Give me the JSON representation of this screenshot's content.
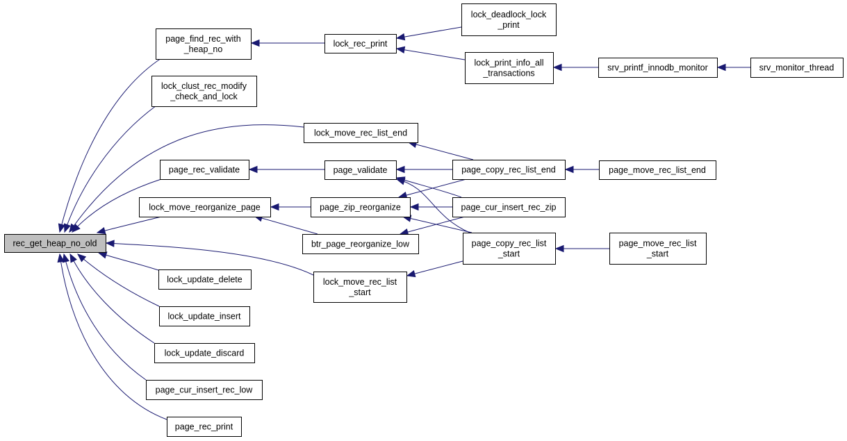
{
  "graph": {
    "root": "rec_get_heap_no_old",
    "nodes": [
      {
        "id": "rec_get_heap_no_old",
        "lines": [
          "rec_get_heap_no_old"
        ],
        "root": true
      },
      {
        "id": "page_find_rec_with_heap_no",
        "lines": [
          "page_find_rec_with",
          "_heap_no"
        ]
      },
      {
        "id": "lock_clust_rec_modify_check_and_lock",
        "lines": [
          "lock_clust_rec_modify",
          "_check_and_lock"
        ]
      },
      {
        "id": "lock_move_rec_list_end",
        "lines": [
          "lock_move_rec_list_end"
        ]
      },
      {
        "id": "page_rec_validate",
        "lines": [
          "page_rec_validate"
        ]
      },
      {
        "id": "lock_move_reorganize_page",
        "lines": [
          "lock_move_reorganize_page"
        ]
      },
      {
        "id": "lock_move_rec_list_start",
        "lines": [
          "lock_move_rec_list",
          "_start"
        ]
      },
      {
        "id": "lock_update_delete",
        "lines": [
          "lock_update_delete"
        ]
      },
      {
        "id": "lock_update_insert",
        "lines": [
          "lock_update_insert"
        ]
      },
      {
        "id": "lock_update_discard",
        "lines": [
          "lock_update_discard"
        ]
      },
      {
        "id": "page_cur_insert_rec_low",
        "lines": [
          "page_cur_insert_rec_low"
        ]
      },
      {
        "id": "page_rec_print",
        "lines": [
          "page_rec_print"
        ]
      },
      {
        "id": "lock_rec_print",
        "lines": [
          "lock_rec_print"
        ]
      },
      {
        "id": "page_validate",
        "lines": [
          "page_validate"
        ]
      },
      {
        "id": "page_zip_reorganize",
        "lines": [
          "page_zip_reorganize"
        ]
      },
      {
        "id": "btr_page_reorganize_low",
        "lines": [
          "btr_page_reorganize_low"
        ]
      },
      {
        "id": "lock_deadlock_lock_print",
        "lines": [
          "lock_deadlock_lock",
          "_print"
        ]
      },
      {
        "id": "lock_print_info_all_transactions",
        "lines": [
          "lock_print_info_all",
          "_transactions"
        ]
      },
      {
        "id": "page_copy_rec_list_end",
        "lines": [
          "page_copy_rec_list_end"
        ]
      },
      {
        "id": "page_cur_insert_rec_zip",
        "lines": [
          "page_cur_insert_rec_zip"
        ]
      },
      {
        "id": "page_copy_rec_list_start",
        "lines": [
          "page_copy_rec_list",
          "_start"
        ]
      },
      {
        "id": "srv_printf_innodb_monitor",
        "lines": [
          "srv_printf_innodb_monitor"
        ]
      },
      {
        "id": "srv_monitor_thread",
        "lines": [
          "srv_monitor_thread"
        ]
      },
      {
        "id": "page_move_rec_list_end",
        "lines": [
          "page_move_rec_list_end"
        ]
      },
      {
        "id": "page_move_rec_list_start",
        "lines": [
          "page_move_rec_list",
          "_start"
        ]
      }
    ],
    "edges": [
      {
        "from": "page_find_rec_with_heap_no",
        "to": "rec_get_heap_no_old"
      },
      {
        "from": "lock_clust_rec_modify_check_and_lock",
        "to": "rec_get_heap_no_old"
      },
      {
        "from": "lock_move_rec_list_end",
        "to": "rec_get_heap_no_old"
      },
      {
        "from": "page_rec_validate",
        "to": "rec_get_heap_no_old"
      },
      {
        "from": "lock_move_reorganize_page",
        "to": "rec_get_heap_no_old"
      },
      {
        "from": "lock_move_rec_list_start",
        "to": "rec_get_heap_no_old"
      },
      {
        "from": "lock_update_delete",
        "to": "rec_get_heap_no_old"
      },
      {
        "from": "lock_update_insert",
        "to": "rec_get_heap_no_old"
      },
      {
        "from": "lock_update_discard",
        "to": "rec_get_heap_no_old"
      },
      {
        "from": "page_cur_insert_rec_low",
        "to": "rec_get_heap_no_old"
      },
      {
        "from": "page_rec_print",
        "to": "rec_get_heap_no_old"
      },
      {
        "from": "lock_rec_print",
        "to": "page_find_rec_with_heap_no"
      },
      {
        "from": "lock_deadlock_lock_print",
        "to": "lock_rec_print"
      },
      {
        "from": "lock_print_info_all_transactions",
        "to": "lock_rec_print"
      },
      {
        "from": "srv_printf_innodb_monitor",
        "to": "lock_print_info_all_transactions"
      },
      {
        "from": "srv_monitor_thread",
        "to": "srv_printf_innodb_monitor"
      },
      {
        "from": "page_copy_rec_list_end",
        "to": "lock_move_rec_list_end"
      },
      {
        "from": "page_validate",
        "to": "page_rec_validate"
      },
      {
        "from": "page_copy_rec_list_end",
        "to": "page_validate"
      },
      {
        "from": "page_cur_insert_rec_zip",
        "to": "page_validate"
      },
      {
        "from": "page_copy_rec_list_start",
        "to": "page_validate"
      },
      {
        "from": "page_zip_reorganize",
        "to": "lock_move_reorganize_page"
      },
      {
        "from": "btr_page_reorganize_low",
        "to": "lock_move_reorganize_page"
      },
      {
        "from": "page_copy_rec_list_end",
        "to": "page_zip_reorganize"
      },
      {
        "from": "page_cur_insert_rec_zip",
        "to": "page_zip_reorganize"
      },
      {
        "from": "page_copy_rec_list_start",
        "to": "page_zip_reorganize"
      },
      {
        "from": "page_cur_insert_rec_zip",
        "to": "btr_page_reorganize_low"
      },
      {
        "from": "page_copy_rec_list_start",
        "to": "lock_move_rec_list_start"
      },
      {
        "from": "page_move_rec_list_end",
        "to": "page_copy_rec_list_end"
      },
      {
        "from": "page_move_rec_list_start",
        "to": "page_copy_rec_list_start"
      }
    ]
  },
  "colors": {
    "edge": "#191970",
    "root_fill": "#bfbfbf",
    "node_fill": "#ffffff",
    "border": "#000000"
  }
}
